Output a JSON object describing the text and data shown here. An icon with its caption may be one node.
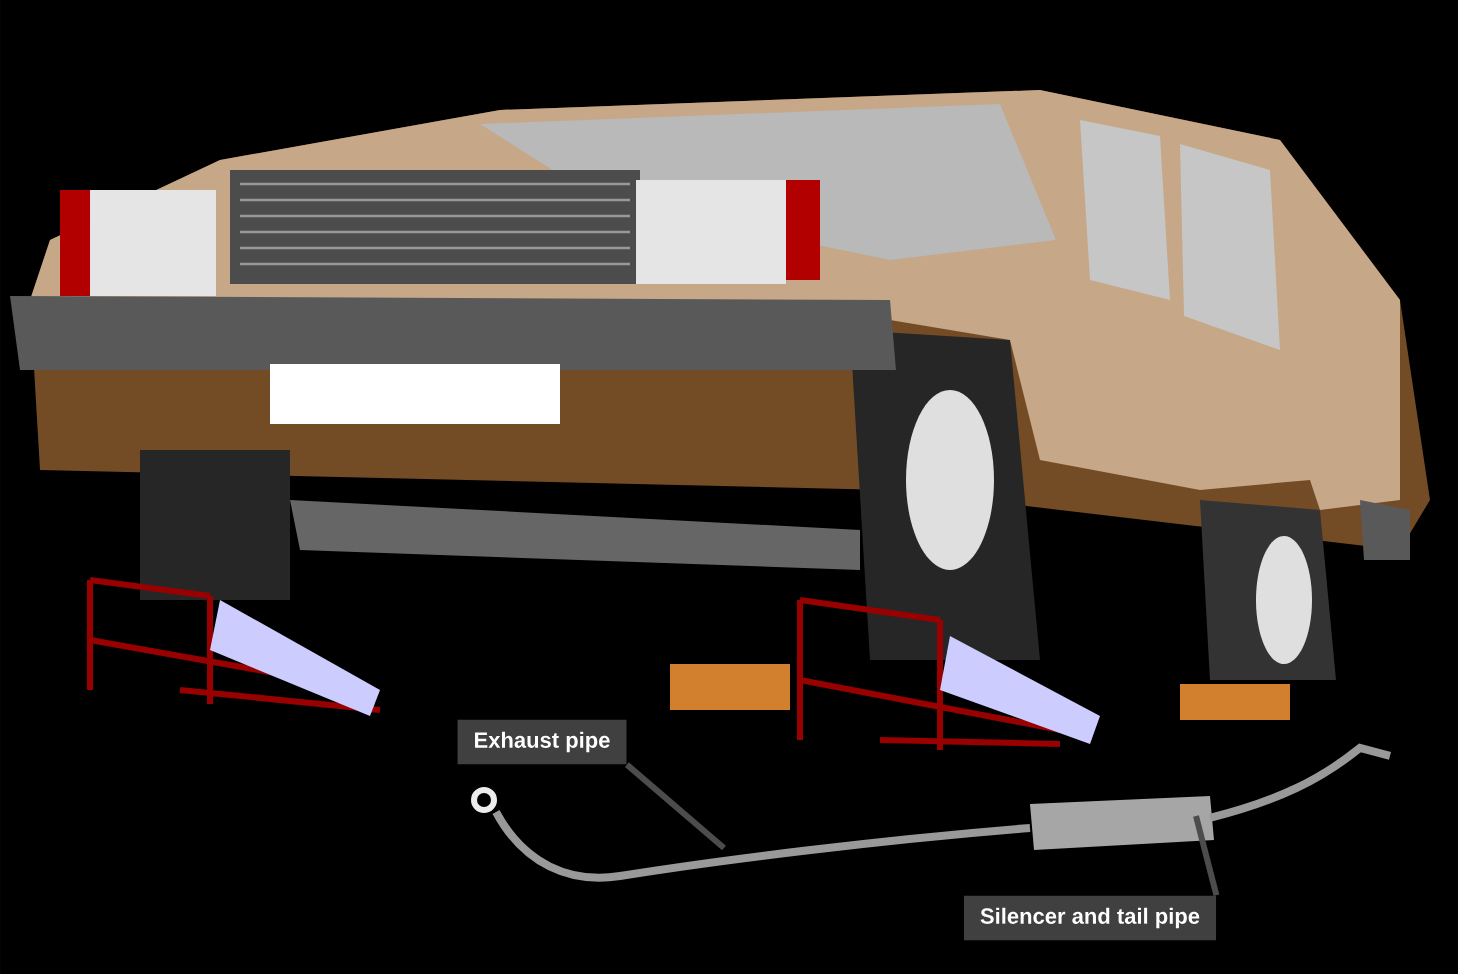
{
  "diagram": {
    "nodes": [
      {
        "text": [
          "Exhaust pipe"
        ]
      },
      {
        "text": [],
        "shape": "picture"
      },
      {
        "text": [],
        "shape": "picture"
      },
      {
        "text": [
          "Silencer and tail pipe"
        ]
      }
    ],
    "edges": [
      {
        "from": 0,
        "to": 1,
        "arrow": "none"
      },
      {
        "from": 3,
        "to": 2,
        "arrow": "none"
      }
    ]
  }
}
